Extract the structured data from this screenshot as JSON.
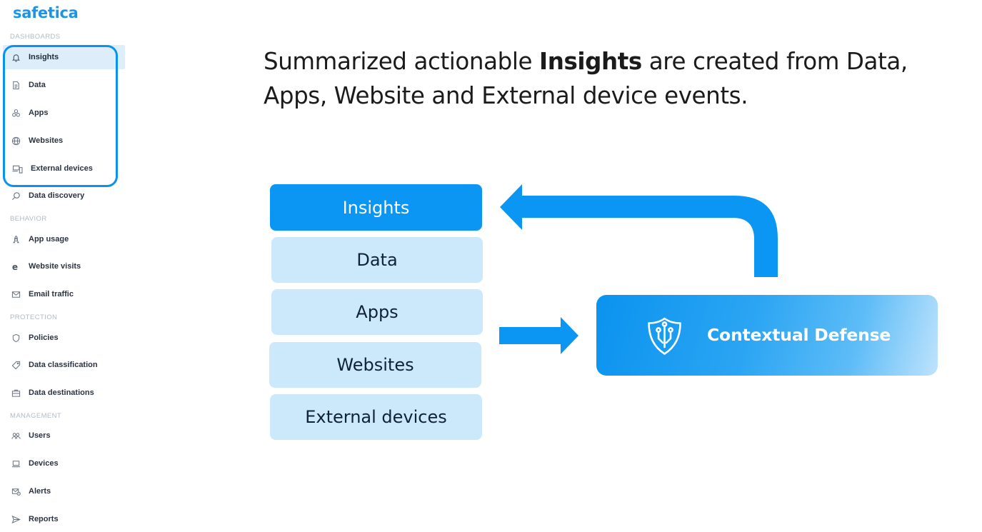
{
  "brand": {
    "logo_text": "safetica",
    "accent": "#0a93ee"
  },
  "sidebar": {
    "sections": [
      {
        "label": "DASHBOARDS"
      },
      {
        "label": "BEHAVIOR"
      },
      {
        "label": "PROTECTION"
      },
      {
        "label": "MANAGEMENT"
      }
    ],
    "items": [
      {
        "label": "Insights",
        "icon": "bell-icon",
        "active": true
      },
      {
        "label": "Data",
        "icon": "document-icon"
      },
      {
        "label": "Apps",
        "icon": "apps-icon"
      },
      {
        "label": "Websites",
        "icon": "globe-icon"
      },
      {
        "label": "External devices",
        "icon": "devices-icon"
      },
      {
        "label": "Data discovery",
        "icon": "search-icon"
      },
      {
        "label": "App usage",
        "icon": "rocket-icon"
      },
      {
        "label": "Website visits",
        "icon": "browser-e-icon"
      },
      {
        "label": "Email traffic",
        "icon": "mail-icon"
      },
      {
        "label": "Policies",
        "icon": "shield-icon"
      },
      {
        "label": "Data classification",
        "icon": "tag-icon"
      },
      {
        "label": "Data destinations",
        "icon": "briefcase-icon"
      },
      {
        "label": "Users",
        "icon": "users-icon"
      },
      {
        "label": "Devices",
        "icon": "laptop-icon"
      },
      {
        "label": "Alerts",
        "icon": "alert-icon"
      },
      {
        "label": "Reports",
        "icon": "send-icon"
      }
    ]
  },
  "headline": {
    "before": "Summarized actionable ",
    "bold": "Insights",
    "after": " are created from Data, Apps, Website and External device events."
  },
  "stack": {
    "items": [
      "Insights",
      "Data",
      "Apps",
      "Websites",
      "External devices"
    ]
  },
  "contextual_defense": {
    "label": "Contextual Defense",
    "icon": "shield-circuit-icon"
  },
  "colors": {
    "primary_box": "#0a96f2",
    "light_box": "#cce8fb",
    "arrow": "#0a96f2"
  }
}
